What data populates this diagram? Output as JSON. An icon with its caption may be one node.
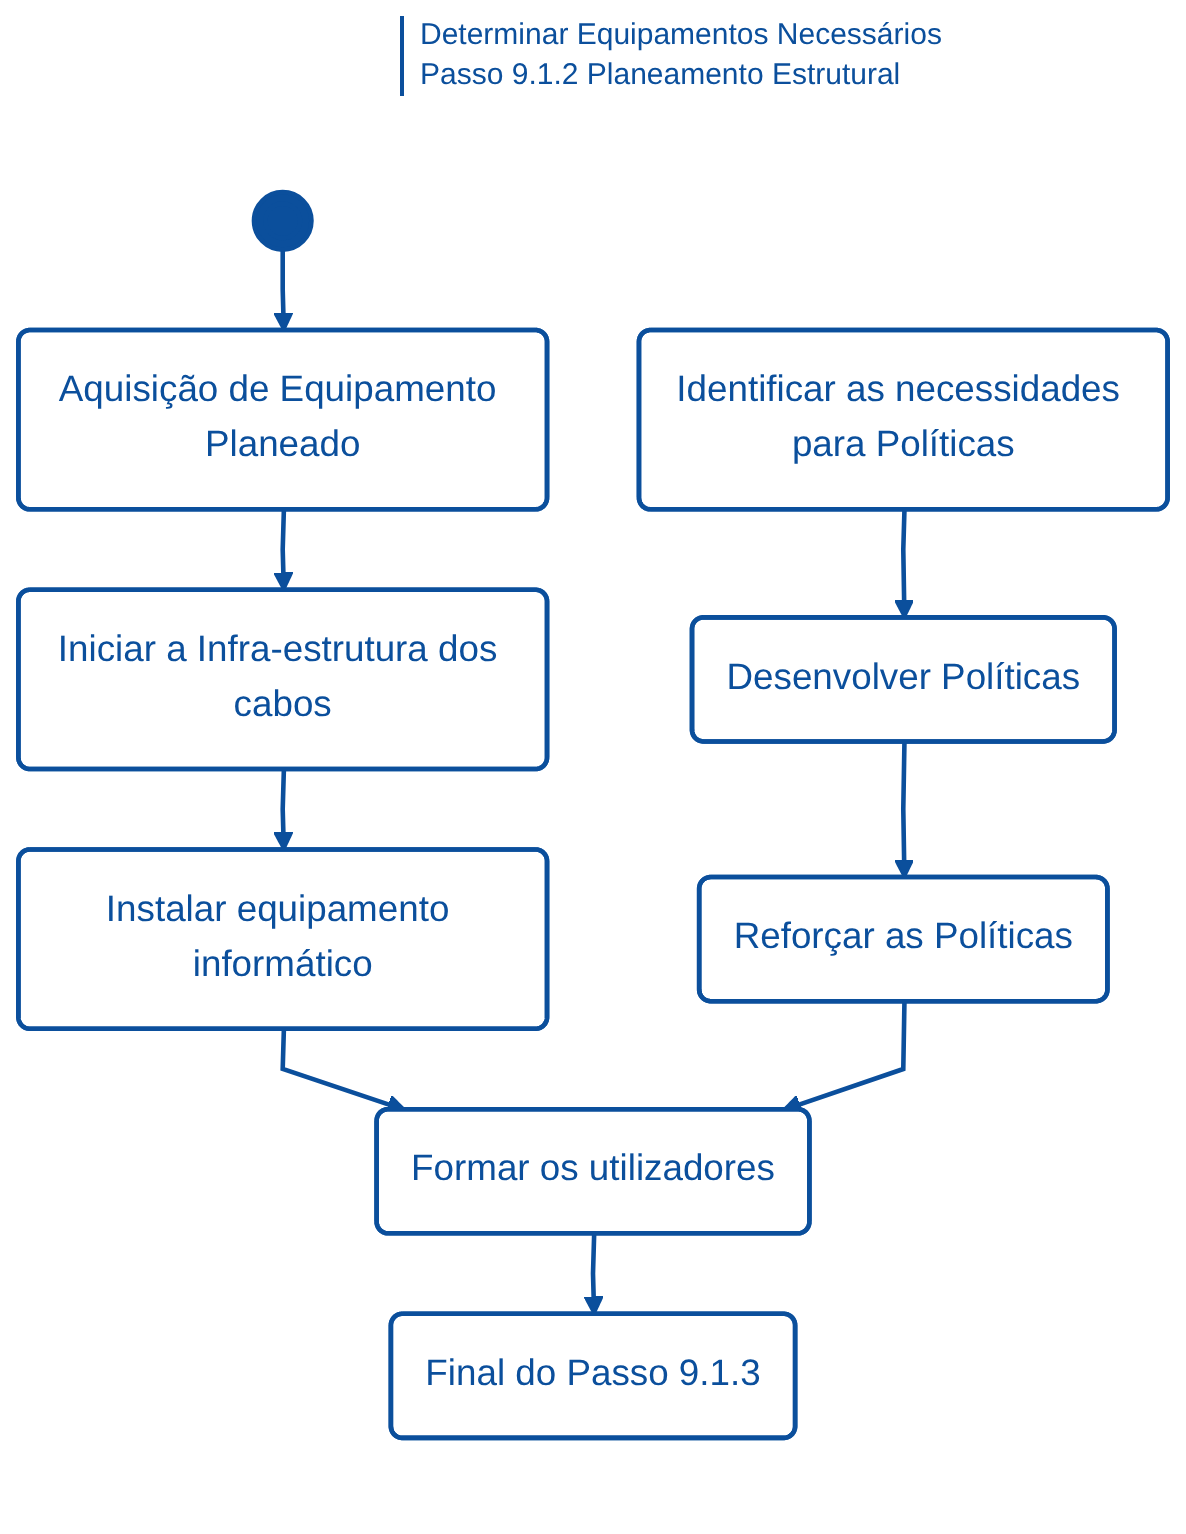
{
  "diagram": {
    "nodes": [
      {
        "text": [],
        "shape": "circle",
        "beside": [
          "Determinar Equipamentos Necessários",
          "Passo 9.1.2 Planeamento Estrutural"
        ]
      },
      {
        "text": [
          "Aquisição de Equipamento Planeado"
        ]
      },
      {
        "text": [
          "Identificar as necessidades para Políticas"
        ]
      },
      {
        "text": [
          "Iniciar a Infra-estrutura dos cabos"
        ]
      },
      {
        "text": [
          "Desenvolver Políticas"
        ]
      },
      {
        "text": [
          "Instalar equipamento informático"
        ]
      },
      {
        "text": [
          "Reforçar as Políticas"
        ]
      },
      {
        "text": [
          "Formar os utilizadores"
        ]
      },
      {
        "text": [
          "Final do Passo 9.1.3"
        ]
      }
    ],
    "edges": [
      {
        "from": 0,
        "to": 1,
        "arrow": "to"
      },
      {
        "from": 1,
        "to": 3,
        "arrow": "to"
      },
      {
        "from": 3,
        "to": 5,
        "arrow": "to"
      },
      {
        "from": 2,
        "to": 4,
        "arrow": "to"
      },
      {
        "from": 4,
        "to": 6,
        "arrow": "to"
      },
      {
        "from": 5,
        "to": 7,
        "arrow": "to"
      },
      {
        "from": 6,
        "to": 7,
        "arrow": "to"
      },
      {
        "from": 7,
        "to": 8,
        "arrow": "to"
      }
    ]
  }
}
